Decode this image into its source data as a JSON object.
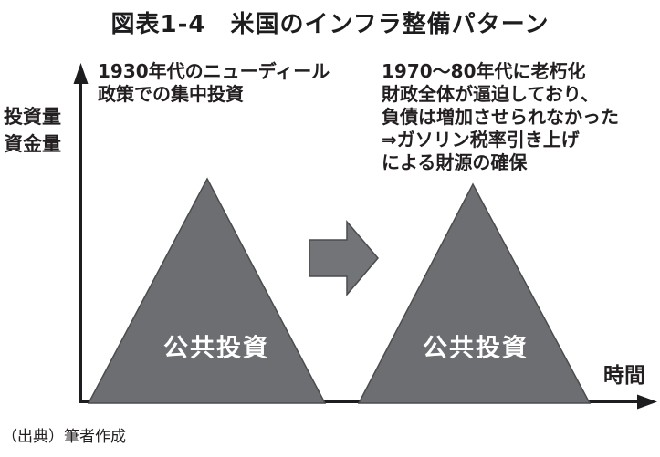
{
  "title": "図表1-4　米国のインフラ整備パターン",
  "axes": {
    "y_label": "投資量\n資金量",
    "x_label": "時間"
  },
  "annotations": {
    "left": "1930年代のニューディール\n政策での集中投資",
    "right": "1970〜80年代に老朽化\n財政全体が逼迫しており、\n負債は増加させられなかった\n⇒ガソリン税率引き上げ\nによる財源の確保"
  },
  "triangles": [
    {
      "label": "公共投資"
    },
    {
      "label": "公共投資"
    }
  ],
  "source": "（出典）筆者作成",
  "colors": {
    "shape_fill": "#6d6e71",
    "shape_border": "#4b4c4e",
    "axis_and_text": "#1d1d1f",
    "triangle_label_text": "#ffffff",
    "background": "#ffffff"
  }
}
